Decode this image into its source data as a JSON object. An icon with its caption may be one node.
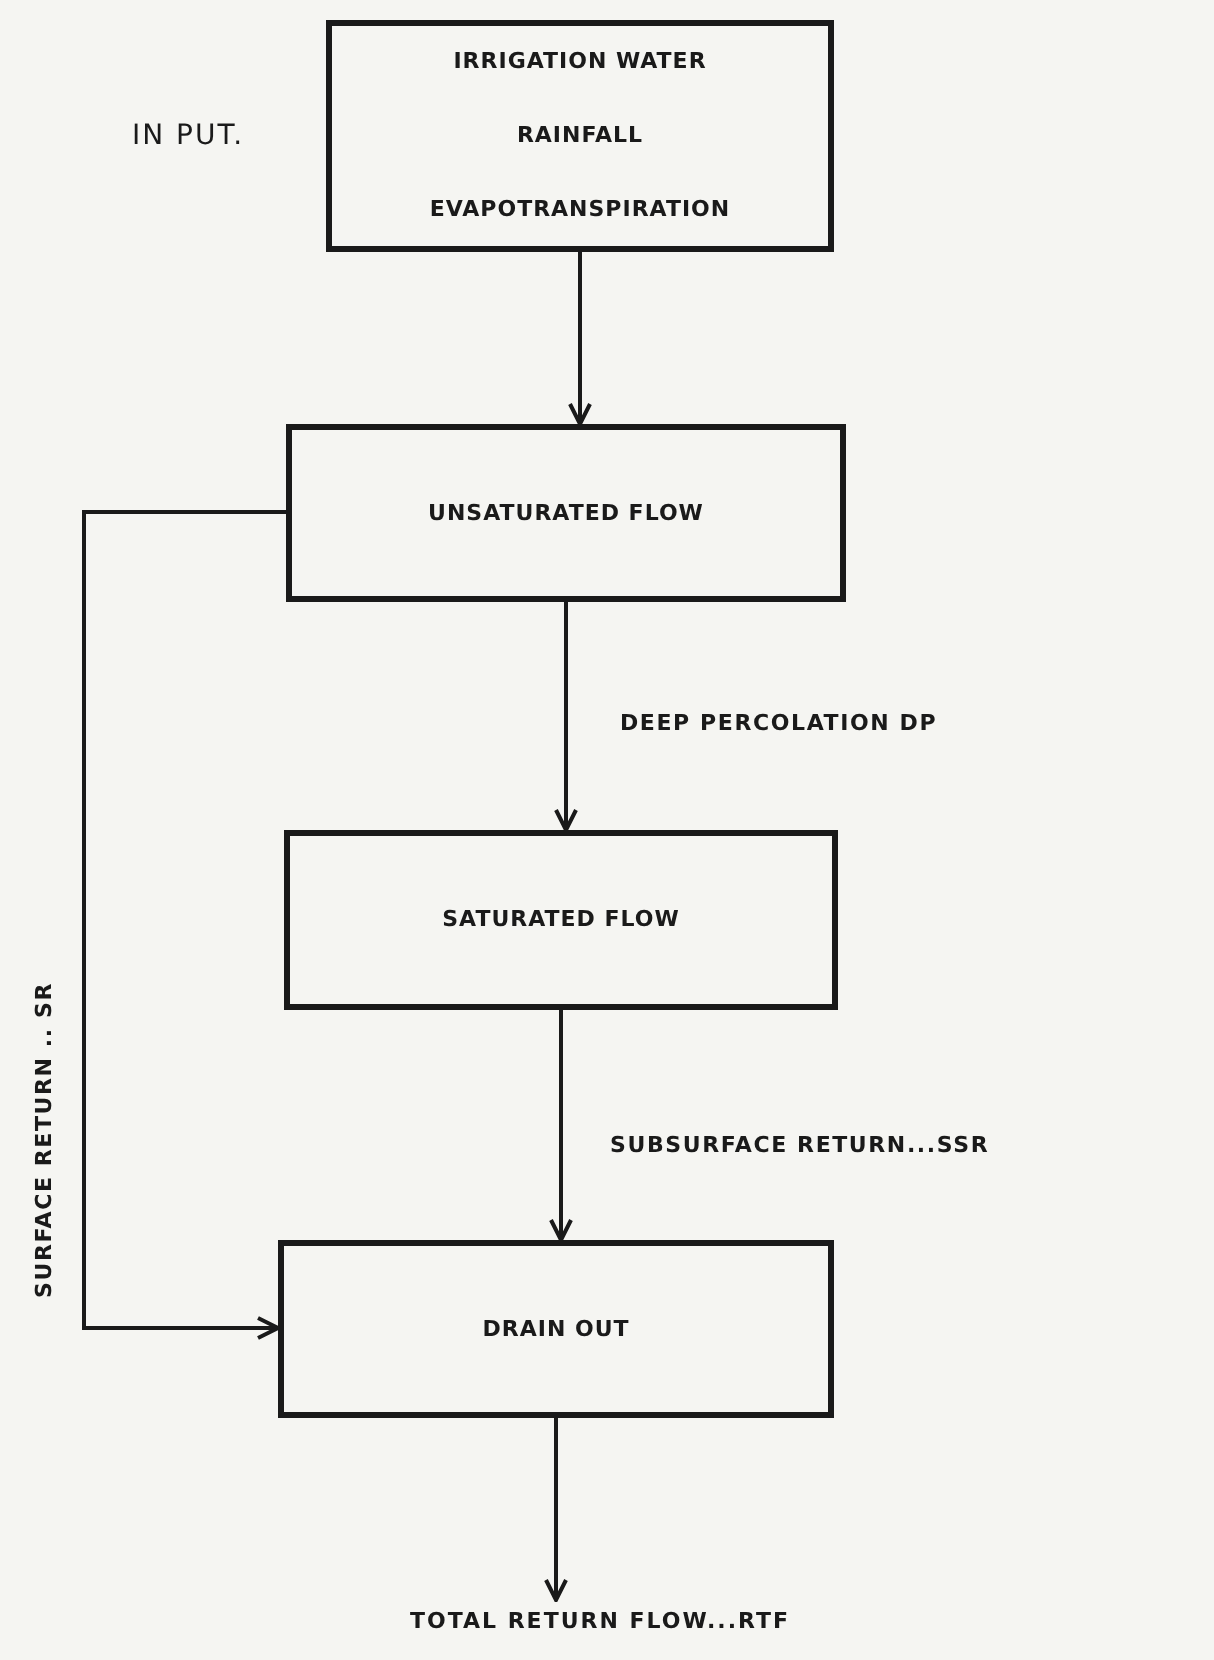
{
  "diagram": {
    "nodes": [
      {
        "text": [
          "IRRIGATION WATER",
          "RAINFALL",
          "EVAPOTRANSPIRATION"
        ],
        "beside": [
          "IN PUT."
        ]
      },
      {
        "text": [
          "UNSATURATED FLOW"
        ]
      },
      {
        "text": [
          "SATURATED FLOW"
        ]
      },
      {
        "text": [
          "DRAIN OUT"
        ]
      },
      {
        "text": [
          "TOTAL RETURN FLOW...RTF"
        ]
      }
    ],
    "edges": [
      {
        "from": 0,
        "to": 1,
        "arrow": "to"
      },
      {
        "from": 1,
        "to": 2,
        "arrow": "to",
        "label": "DEEP PERCOLATION DP"
      },
      {
        "from": 2,
        "to": 3,
        "arrow": "to",
        "label": "SUBSURFACE RETURN...SSR"
      },
      {
        "from": 1,
        "to": 3,
        "arrow": "to",
        "label": "SURFACE RETURN .. SR"
      },
      {
        "from": 3,
        "to": 4,
        "arrow": "to"
      }
    ]
  }
}
